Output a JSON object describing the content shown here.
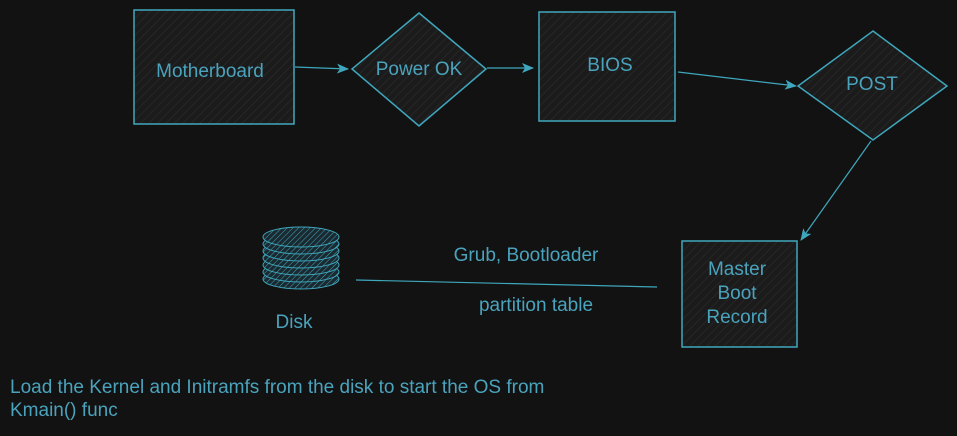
{
  "diagram": {
    "nodes": {
      "motherboard": "Motherboard",
      "power_ok": "Power OK",
      "bios": "BIOS",
      "post": "POST",
      "mbr": [
        "Master",
        "Boot",
        "Record"
      ],
      "disk": "Disk"
    },
    "edge_labels": {
      "above": "Grub, Bootloader",
      "below": "partition table"
    },
    "note": "Load the Kernel and Initramfs from the disk to start the OS from Kmain() func"
  },
  "colors": {
    "background": "#121212",
    "stroke": "#3fa7bd",
    "text": "#4aa3bd",
    "fill": "#1a1a1a"
  }
}
